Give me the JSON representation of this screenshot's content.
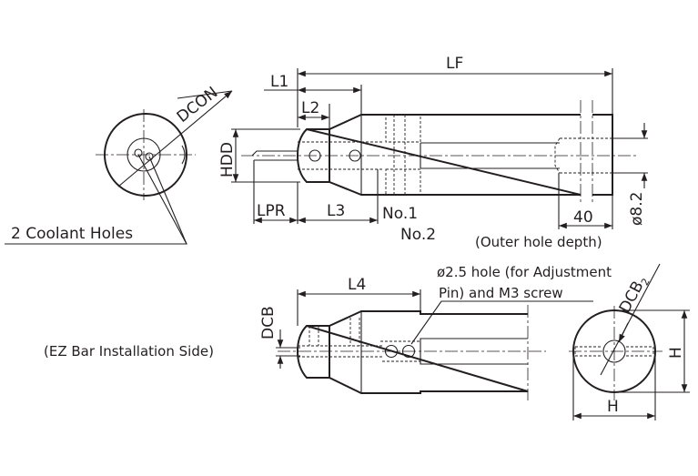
{
  "labels": {
    "dcon": "DCON",
    "coolant_holes": "2 Coolant Holes",
    "lf": "LF",
    "l1": "L1",
    "l2": "L2",
    "hdd": "HDD",
    "lpr": "LPR",
    "l3": "L3",
    "no1": "No.1",
    "no2": "No.2",
    "forty": "40",
    "outer_hole_depth": "(Outer hole depth)",
    "dia_8_2": "ø8.2",
    "l4": "L4",
    "dcb": "DCB",
    "hole_note_1": "ø2.5 hole (for Adjustment",
    "hole_note_2": "Pin) and M3 screw",
    "ez_side": "(EZ Bar Installation Side)",
    "dcb2": "DCB",
    "dcb2_sub": "2",
    "h_vertical": "H",
    "h_horizontal": "H"
  }
}
